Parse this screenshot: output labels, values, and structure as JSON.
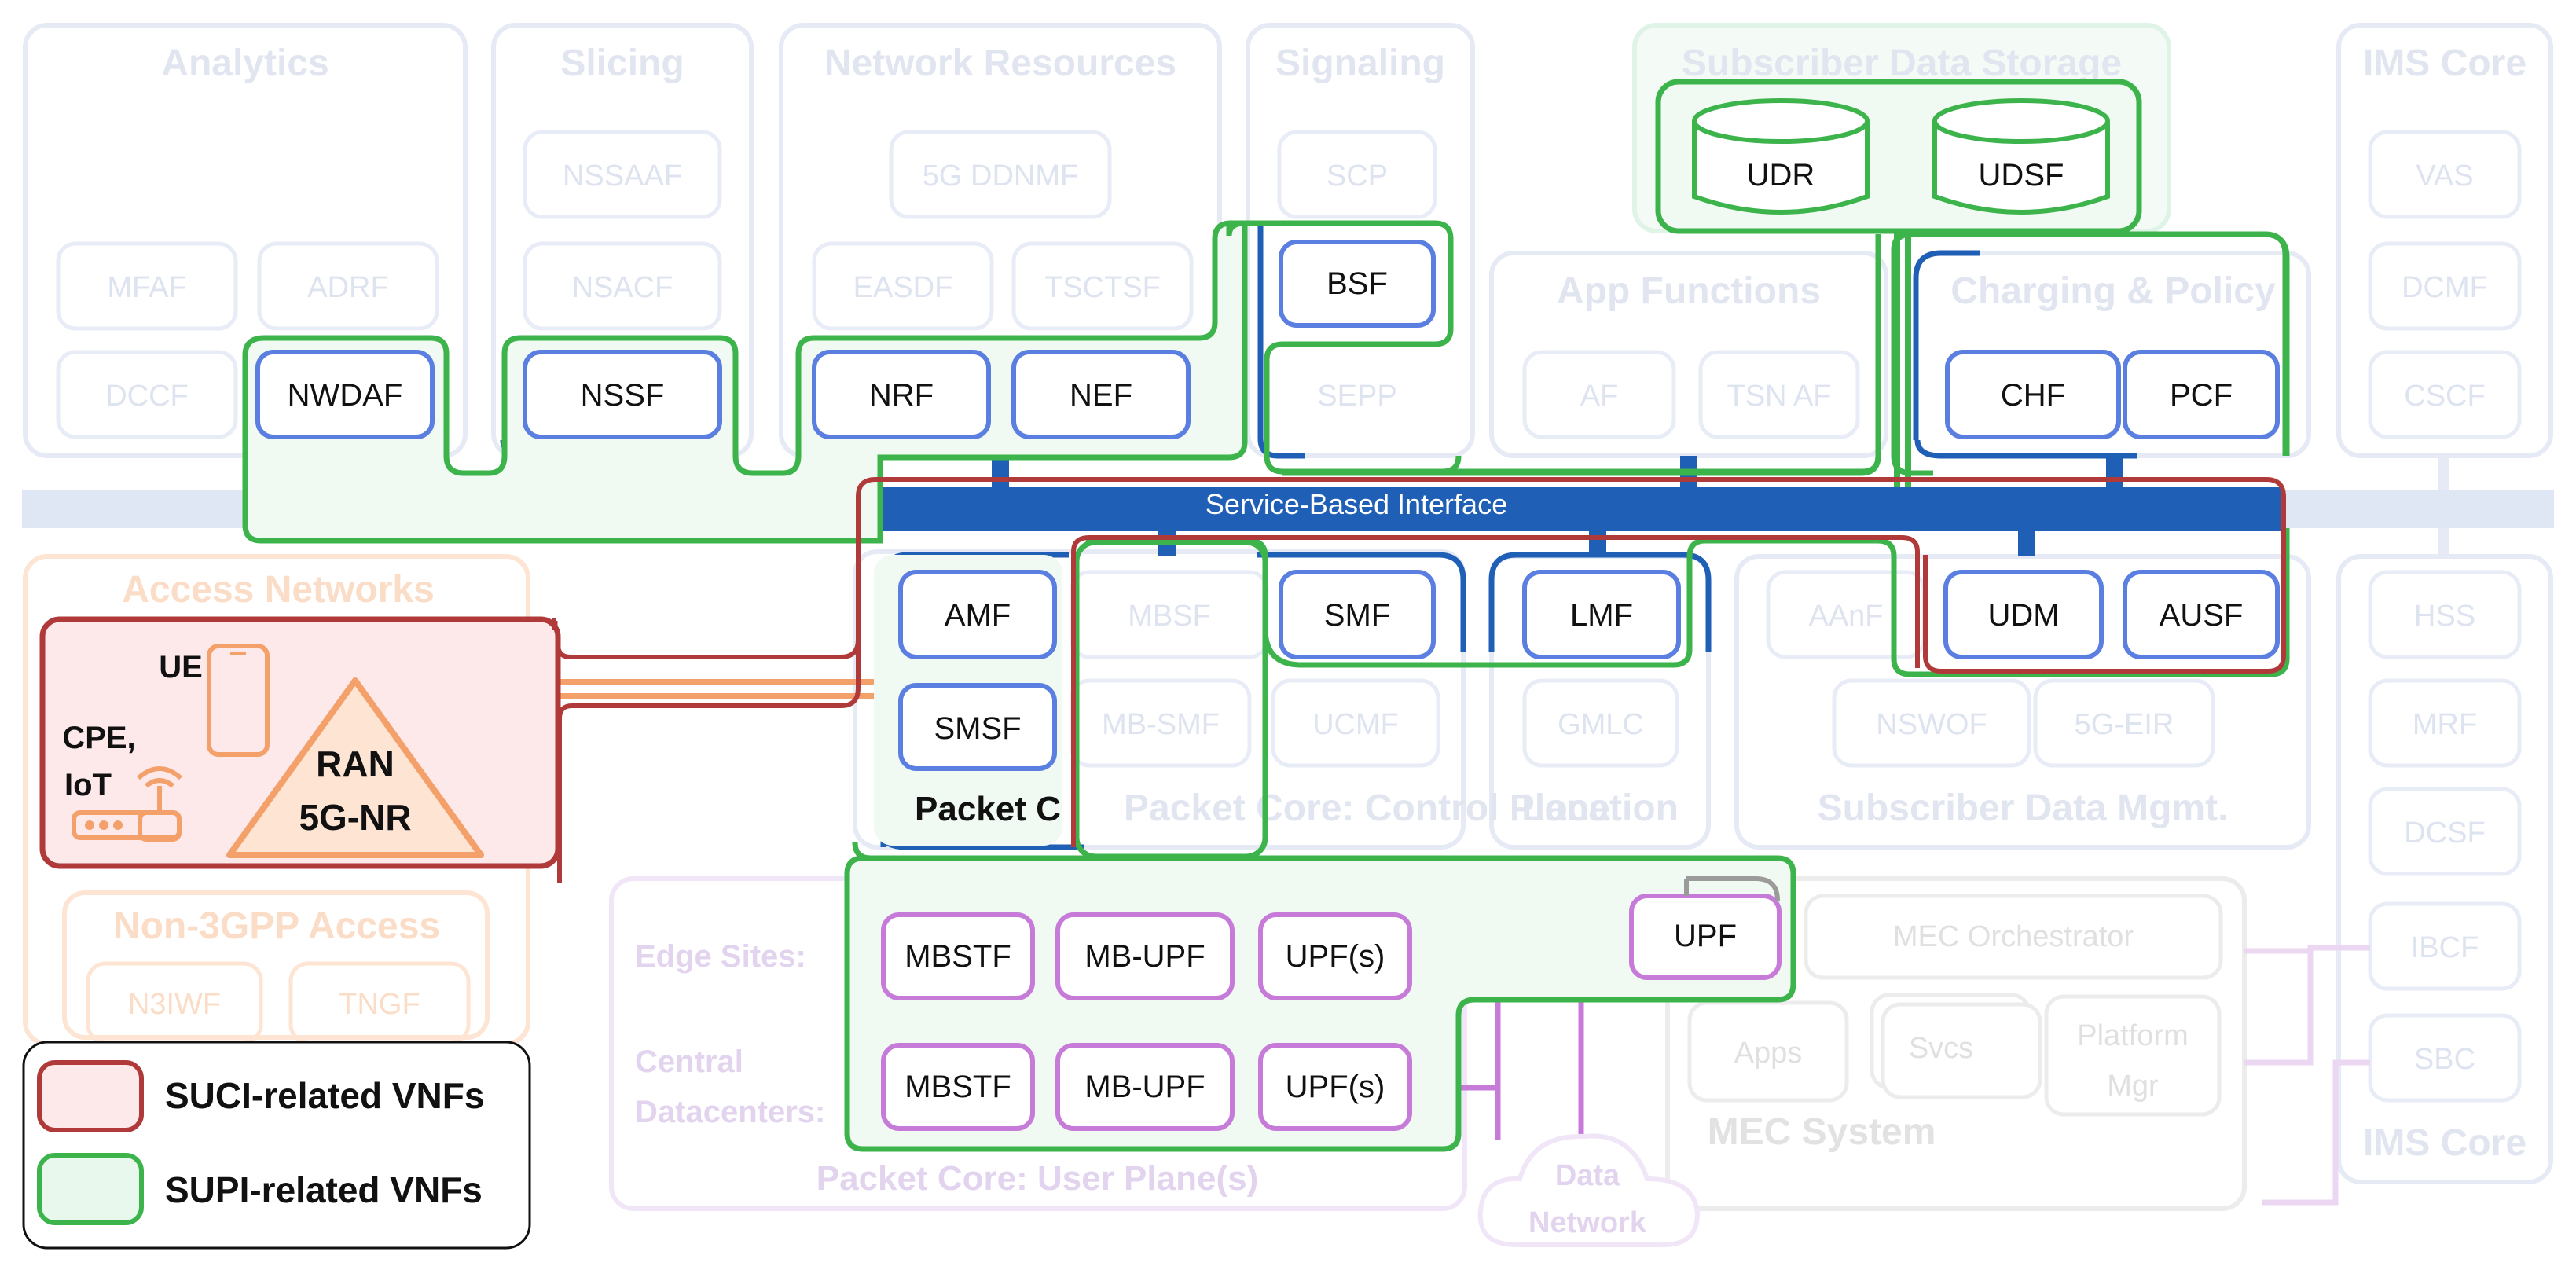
{
  "domains": {
    "analytics": "Analytics",
    "slicing": "Slicing",
    "network_resources": "Network Resources",
    "signaling": "Signaling",
    "subscriber_data_storage": "Subscriber Data Storage",
    "ims_core": "IMS Core",
    "app_functions": "App Functions",
    "charging_policy": "Charging & Policy",
    "access_networks": "Access Networks",
    "non3gpp_access": "Non-3GPP Access",
    "packet_core_control": "Packet Core: Control Plane",
    "location": "Location",
    "subscriber_data_mgmt": "Subscriber Data Mgmt.",
    "packet_core_user": "Packet Core: User Plane(s)",
    "mec_system": "MEC System",
    "data_network_line1": "Data",
    "data_network_line2": "Network"
  },
  "sbi_label": "Service-Based Interface",
  "nfs": {
    "mfaf": "MFAF",
    "adrf": "ADRF",
    "dccf": "DCCF",
    "nwdaf": "NWDAF",
    "nssaaf": "NSSAAF",
    "nsacf": "NSACF",
    "nssf": "NSSF",
    "ddnmf": "5G DDNMF",
    "easdf": "EASDF",
    "tsctsf": "TSCTSF",
    "nrf": "NRF",
    "nef": "NEF",
    "scp": "SCP",
    "bsf": "BSF",
    "sepp": "SEPP",
    "udr": "UDR",
    "udsf": "UDSF",
    "af": "AF",
    "tsn_af": "TSN AF",
    "chf": "CHF",
    "pcf": "PCF",
    "vas": "VAS",
    "dcmf": "DCMF",
    "cscf": "CSCF",
    "hss": "HSS",
    "mrf": "MRF",
    "dcsf": "DCSF",
    "ibcf": "IBCF",
    "sbc": "SBC",
    "amf": "AMF",
    "smsf": "SMSF",
    "mbsf": "MBSF",
    "smf": "SMF",
    "mb_smf": "MB-SMF",
    "ucmf": "UCMF",
    "lmf": "LMF",
    "gmlc": "GMLC",
    "aanf": "AAnF",
    "udm": "UDM",
    "ausf": "AUSF",
    "nswof": "NSWOF",
    "eir": "5G-EIR",
    "n3iwf": "N3IWF",
    "tngf": "TNGF",
    "mbstf_edge": "MBSTF",
    "mbupf_edge": "MB-UPF",
    "upfs_edge": "UPF(s)",
    "mbstf_central": "MBSTF",
    "mbupf_central": "MB-UPF",
    "upfs_central": "UPF(s)",
    "upf": "UPF",
    "mec_orchestrator": "MEC Orchestrator",
    "apps": "Apps",
    "svcs": "Svcs",
    "platform_mgr_line1": "Platform",
    "platform_mgr_line2": "Mgr"
  },
  "packet_core_prefix": "Packet C",
  "ims_core_bottom": "IMS Core",
  "access": {
    "ue": "UE",
    "cpe_line1": "CPE,",
    "cpe_line2": "IoT",
    "ran_line1": "RAN",
    "ran_line2": "5G-NR"
  },
  "user_plane_labels": {
    "edge": "Edge Sites:",
    "central_line1": "Central",
    "central_line2": "Datacenters:"
  },
  "legend": {
    "suci": "SUCI-related VNFs",
    "supi": "SUPI-related VNFs"
  },
  "colors": {
    "suci": "#b03a3a",
    "supi": "#3cb44b",
    "sbi": "#1f5fb5",
    "nf_border": "#5b7fe0",
    "user_plane": "#c77bd9",
    "access": "#f4a06b"
  }
}
